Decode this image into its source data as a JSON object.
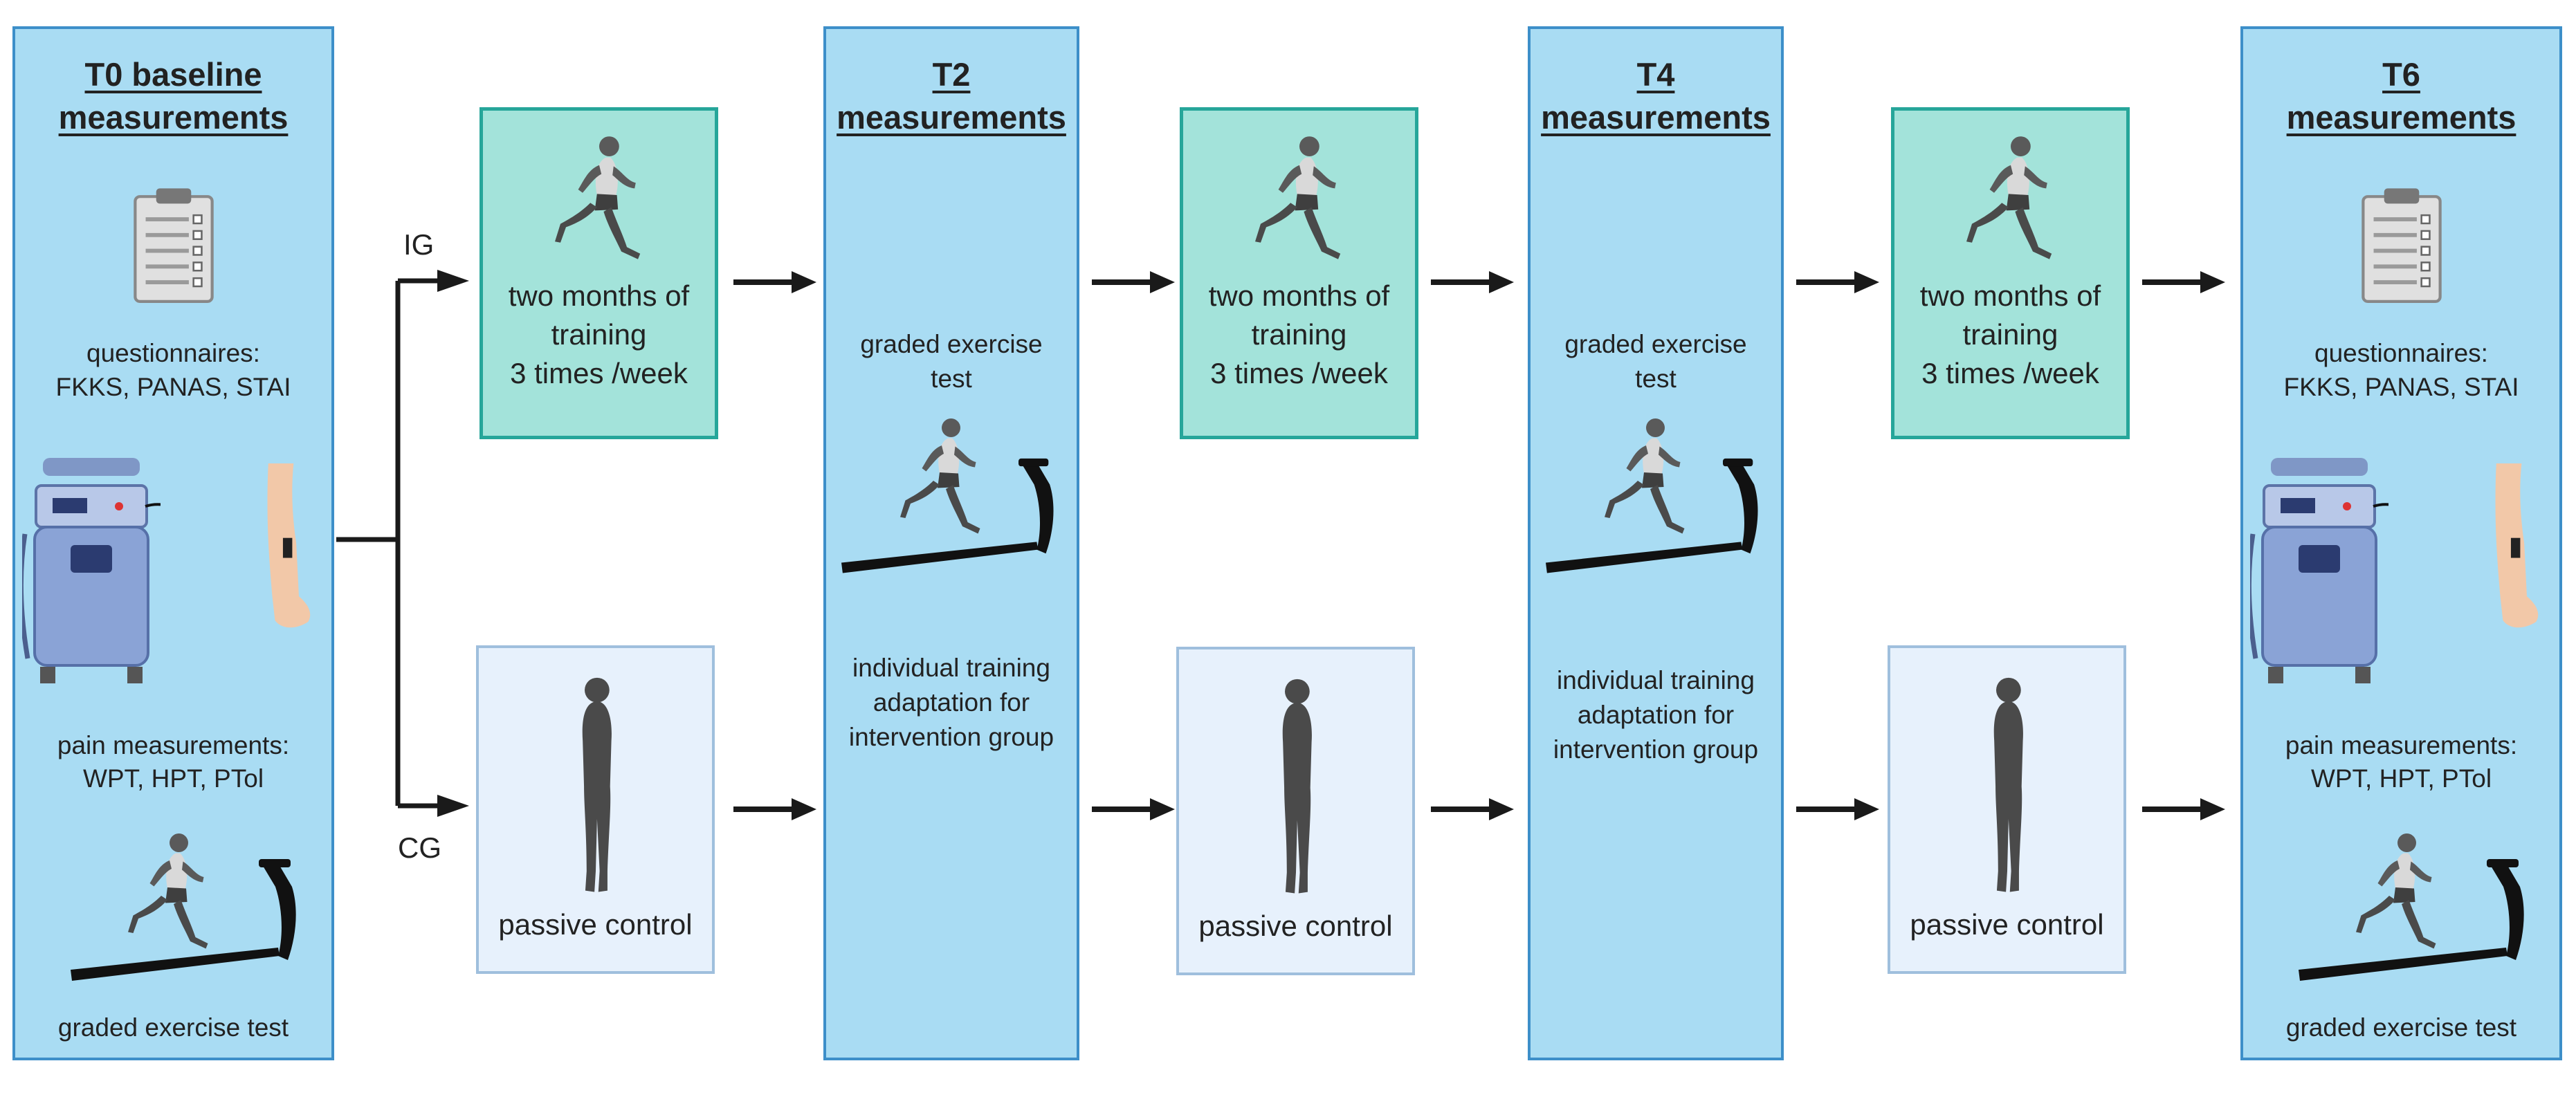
{
  "colors": {
    "panel_fill": "#a9dcf3",
    "panel_border": "#3d8fc9",
    "training_fill": "#a3e3da",
    "training_border": "#26a69a",
    "control_fill": "#e7f1fc",
    "control_border": "#9fbfdd",
    "arrow": "#1a1a1a"
  },
  "groups": {
    "intervention": "IG",
    "control": "CG"
  },
  "t0": {
    "title_line1": "T0 baseline",
    "title_line2": "measurements",
    "questionnaires_line1": "questionnaires:",
    "questionnaires_line2": "FKKS, PANAS, STAI",
    "pain_line1": "pain measurements:",
    "pain_line2": "WPT, HPT, PTol",
    "exercise_label": "graded exercise test"
  },
  "t2": {
    "title_line1": "T2",
    "title_line2": "measurements",
    "test_line1": "graded exercise",
    "test_line2": "test",
    "adapt_line1": "individual training",
    "adapt_line2": "adaptation for",
    "adapt_line3": "intervention group"
  },
  "t4": {
    "title_line1": "T4",
    "title_line2": "measurements",
    "test_line1": "graded exercise",
    "test_line2": "test",
    "adapt_line1": "individual training",
    "adapt_line2": "adaptation for",
    "adapt_line3": "intervention group"
  },
  "t6": {
    "title_line1": "T6",
    "title_line2": "measurements",
    "questionnaires_line1": "questionnaires:",
    "questionnaires_line2": "FKKS, PANAS, STAI",
    "pain_line1": "pain measurements:",
    "pain_line2": "WPT, HPT, PTol",
    "exercise_label": "graded exercise test"
  },
  "training": {
    "line1": "two months of",
    "line2": "training",
    "line3": "3 times /week"
  },
  "control": {
    "label": "passive control"
  },
  "icons": [
    "clipboard-icon",
    "thermode-machine-icon",
    "arm-icon",
    "runner-icon",
    "treadmill-icon",
    "standing-person-icon",
    "arrow-icon"
  ]
}
